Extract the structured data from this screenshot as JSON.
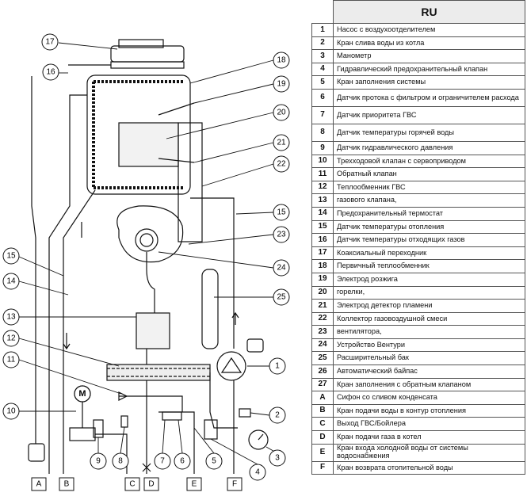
{
  "legend": {
    "title": "RU",
    "rows": [
      {
        "id": "1",
        "text": "Насос с воздухоотделителем"
      },
      {
        "id": "2",
        "text": "Кран слива воды из котла"
      },
      {
        "id": "3",
        "text": "Манометр"
      },
      {
        "id": "4",
        "text": "Гидравлический предохранительный клапан"
      },
      {
        "id": "5",
        "text": "Кран заполнения системы"
      },
      {
        "id": "6",
        "text": "Датчик протока с фильтром и ограничителем расхода"
      },
      {
        "id": "7",
        "text": "Датчик приоритета ГВС"
      },
      {
        "id": "8",
        "text": "Датчик температуры горячей воды"
      },
      {
        "id": "9",
        "text": "Датчик гидравлического давления"
      },
      {
        "id": "10",
        "text": "Трехходовой клапан с сервоприводом"
      },
      {
        "id": "11",
        "text": "Обратный клапан"
      },
      {
        "id": "12",
        "text": "Теплообменник ГВС"
      },
      {
        "id": "13",
        "text": "газового клапана,"
      },
      {
        "id": "14",
        "text": "Предохранительный термостат"
      },
      {
        "id": "15",
        "text": "Датчик температуры отопления"
      },
      {
        "id": "16",
        "text": "Датчик температуры отходящих газов"
      },
      {
        "id": "17",
        "text": "Коаксиальный переходник"
      },
      {
        "id": "18",
        "text": "Первичный теплообменник"
      },
      {
        "id": "19",
        "text": "Электрод розжига"
      },
      {
        "id": "20",
        "text": "горелки,"
      },
      {
        "id": "21",
        "text": "Электрод детектор пламени"
      },
      {
        "id": "22",
        "text": "Коллектор газовоздушной смеси"
      },
      {
        "id": "23",
        "text": "вентилятора,"
      },
      {
        "id": "24",
        "text": "Устройство Вентури"
      },
      {
        "id": "25",
        "text": "Расширительный бак"
      },
      {
        "id": "26",
        "text": "Автоматический байпас"
      },
      {
        "id": "27",
        "text": "Кран заполнения с обратным клапаном"
      },
      {
        "id": "A",
        "text": "Сифон со сливом конденсата"
      },
      {
        "id": "B",
        "text": "Кран подачи воды в контур отопления"
      },
      {
        "id": "C",
        "text": "Выход ГВС/Бойлера"
      },
      {
        "id": "D",
        "text": "Кран подачи газа в котел"
      },
      {
        "id": "E",
        "text": "Кран входа холодной воды от системы водоснабжения"
      },
      {
        "id": "F",
        "text": "Кран возврата отопительной воды"
      }
    ]
  },
  "diagram": {
    "pump_symbol": "M",
    "callouts": [
      "17",
      "16",
      "18",
      "19",
      "20",
      "21",
      "22",
      "15",
      "23",
      "24",
      "15",
      "14",
      "25",
      "13",
      "12",
      "11",
      "1",
      "10",
      "2",
      "9",
      "8",
      "7",
      "6",
      "5",
      "4",
      "3"
    ],
    "connections": [
      "A",
      "B",
      "C",
      "D",
      "E",
      "F"
    ]
  }
}
